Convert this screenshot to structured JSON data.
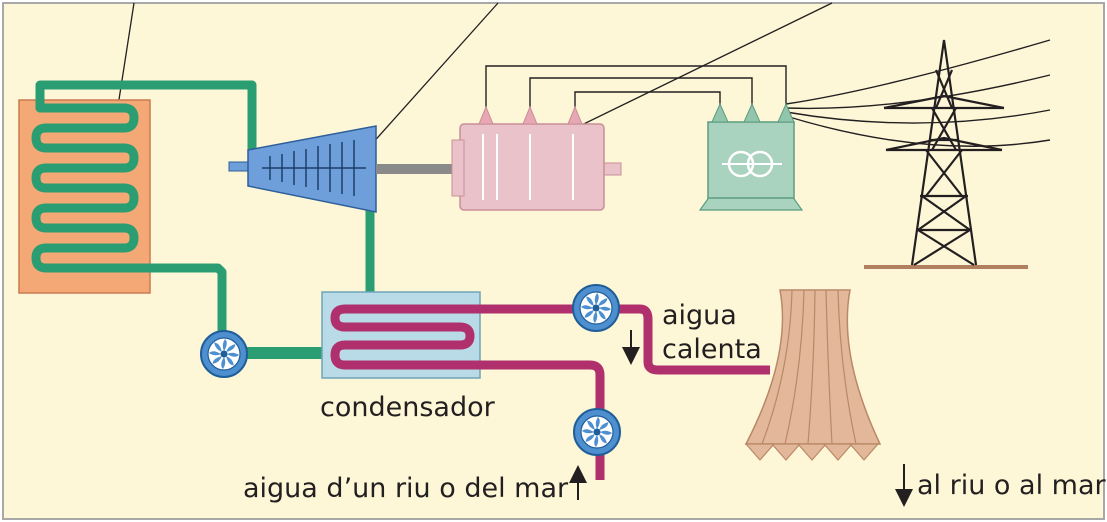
{
  "labels": {
    "condenser": "condensador",
    "hot_water_line1": "aigua",
    "hot_water_line2": "calenta",
    "water_in": "aigua d’un riu o del mar",
    "water_out": "al riu o al mar"
  },
  "colors": {
    "background": "#fdf7d8",
    "frame": "#a8a8a8",
    "steam_pipe": "#2a9d72",
    "cooling_pipe": "#b0306e",
    "boiler": "#f4a875",
    "turbine": "#6e9fdb",
    "generator": "#eac2c9",
    "transformer": "#a9d3be",
    "condenser_box": "#b9dbe8",
    "cooling_tower": "#e3b89a",
    "pump": "#4e8fd0",
    "shaft": "#8a8a8a",
    "pylon": "#231f20",
    "ground": "#b08060"
  },
  "icons": [
    "heat-exchanger-coil",
    "steam-turbine",
    "generator",
    "transformer",
    "pylon",
    "pump",
    "condenser",
    "cooling-tower",
    "down-arrow",
    "up-arrow"
  ]
}
